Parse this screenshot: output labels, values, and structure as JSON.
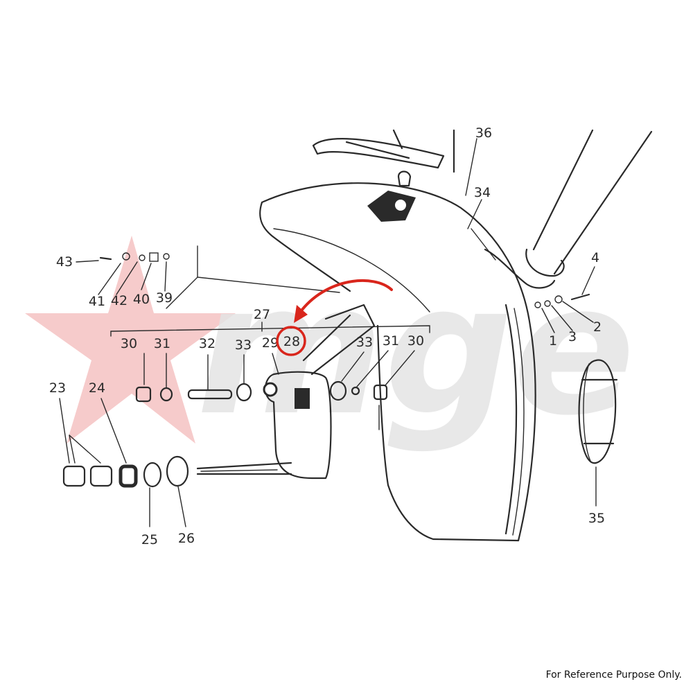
{
  "diagram": {
    "highlighted_part": "28",
    "parts": [
      {
        "key": "p1",
        "number": "1"
      },
      {
        "key": "p2",
        "number": "2"
      },
      {
        "key": "p3",
        "number": "3"
      },
      {
        "key": "p4",
        "number": "4"
      },
      {
        "key": "p23",
        "number": "23"
      },
      {
        "key": "p24",
        "number": "24"
      },
      {
        "key": "p25",
        "number": "25"
      },
      {
        "key": "p26",
        "number": "26"
      },
      {
        "key": "p27",
        "number": "27"
      },
      {
        "key": "p28",
        "number": "28"
      },
      {
        "key": "p29",
        "number": "29"
      },
      {
        "key": "p30a",
        "number": "30"
      },
      {
        "key": "p31a",
        "number": "31"
      },
      {
        "key": "p32",
        "number": "32"
      },
      {
        "key": "p33a",
        "number": "33"
      },
      {
        "key": "p33b",
        "number": "33"
      },
      {
        "key": "p31b",
        "number": "31"
      },
      {
        "key": "p30b",
        "number": "30"
      },
      {
        "key": "p34",
        "number": "34"
      },
      {
        "key": "p35",
        "number": "35"
      },
      {
        "key": "p36",
        "number": "36"
      },
      {
        "key": "p39",
        "number": "39"
      },
      {
        "key": "p40",
        "number": "40"
      },
      {
        "key": "p41",
        "number": "41"
      },
      {
        "key": "p42",
        "number": "42"
      },
      {
        "key": "p43",
        "number": "43"
      }
    ]
  },
  "footer": {
    "note": "For Reference Purpose Only."
  },
  "colors": {
    "ink": "#2a2a2a",
    "highlight": "#d9261c",
    "watermark_red": "#f2b8b8",
    "watermark_grey": "#e2e2e2"
  },
  "watermark": {
    "text": "mge"
  }
}
